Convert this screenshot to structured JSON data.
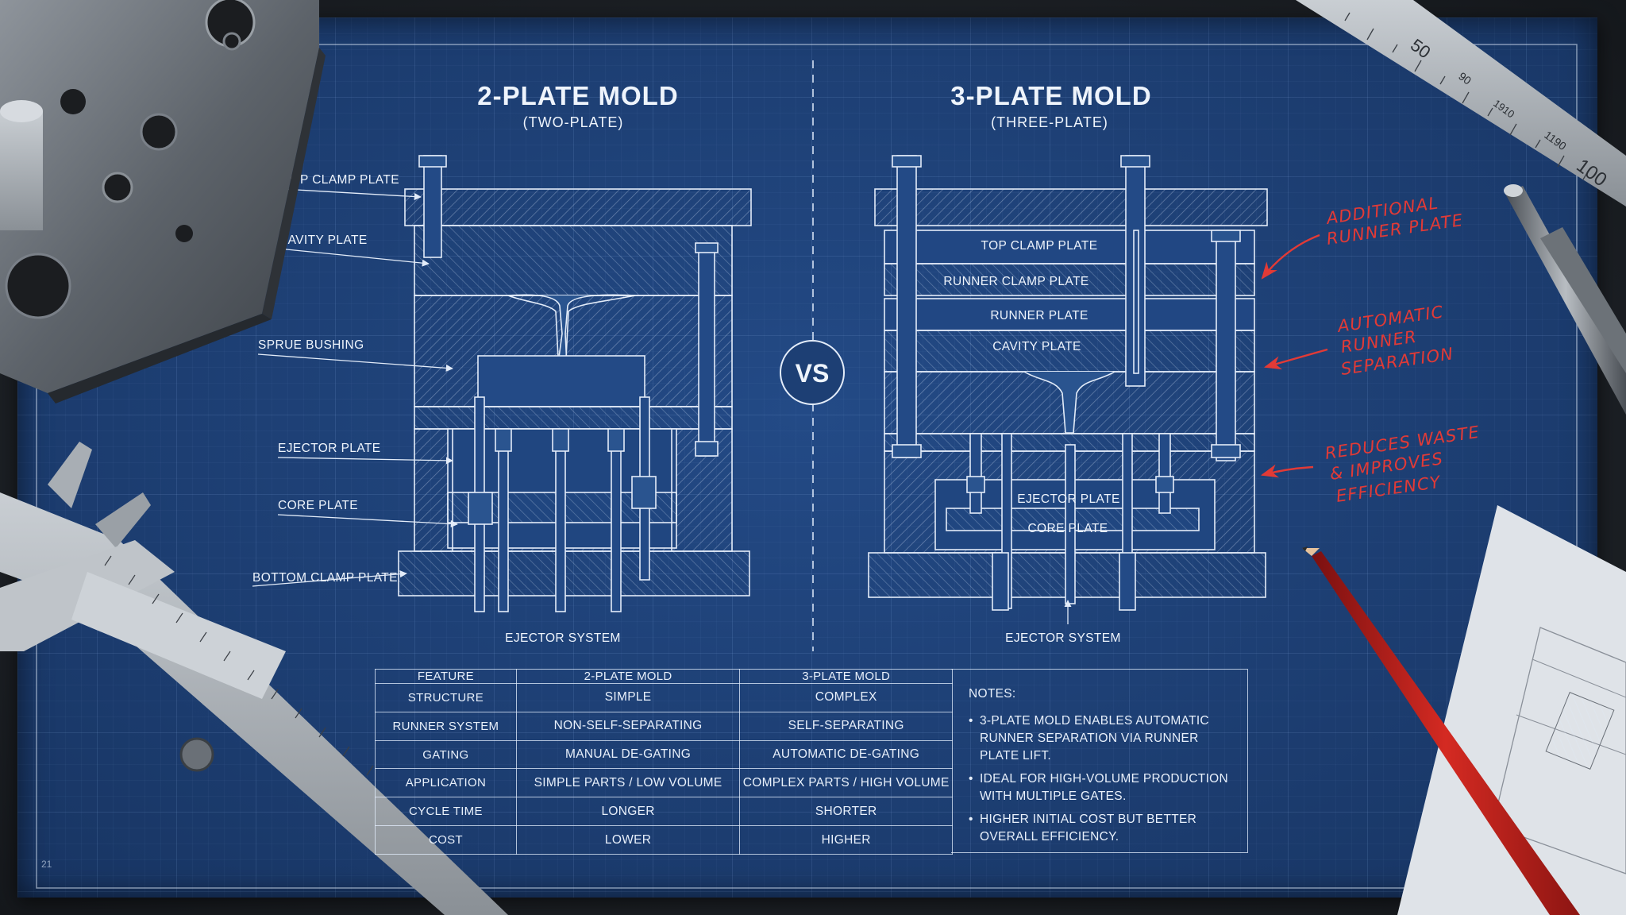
{
  "left": {
    "title": "2-PLATE MOLD",
    "subtitle": "(TWO-PLATE)",
    "labels": [
      "TOP CLAMP PLATE",
      "CAVITY PLATE",
      "SPRUE BUSHING",
      "EJECTOR PLATE",
      "CORE PLATE",
      "BOTTOM CLAMP PLATE"
    ],
    "bottom_label": "EJECTOR SYSTEM"
  },
  "right": {
    "title": "3-PLATE MOLD",
    "subtitle": "(THREE-PLATE)",
    "plate_labels": [
      "TOP CLAMP PLATE",
      "RUNNER CLAMP PLATE",
      "RUNNER PLATE",
      "CAVITY PLATE",
      "EJECTOR PLATE",
      "CORE PLATE"
    ],
    "bottom_label": "EJECTOR SYSTEM"
  },
  "vs": "VS",
  "annotations": {
    "a1": [
      "ADDITIONAL",
      "RUNNER PLATE"
    ],
    "a2": [
      "AUTOMATIC",
      "RUNNER",
      "SEPARATION"
    ],
    "a3": [
      "REDUCES WASTE",
      "& IMPROVES",
      "EFFICIENCY"
    ],
    "color": "#e23a36"
  },
  "table": {
    "headers": [
      "FEATURE",
      "2-PLATE MOLD",
      "3-PLATE MOLD"
    ],
    "rows": [
      [
        "STRUCTURE",
        "SIMPLE",
        "COMPLEX"
      ],
      [
        "RUNNER SYSTEM",
        "NON-SELF-SEPARATING",
        "SELF-SEPARATING"
      ],
      [
        "GATING",
        "MANUAL DE-GATING",
        "AUTOMATIC DE-GATING"
      ],
      [
        "APPLICATION",
        "SIMPLE PARTS / LOW VOLUME",
        "COMPLEX PARTS / HIGH VOLUME"
      ],
      [
        "CYCLE TIME",
        "LONGER",
        "SHORTER"
      ],
      [
        "COST",
        "LOWER",
        "HIGHER"
      ]
    ]
  },
  "notes": {
    "title": "NOTES:",
    "items": [
      "3-PLATE MOLD ENABLES AUTOMATIC RUNNER SEPARATION VIA RUNNER PLATE LIFT.",
      "IDEAL FOR HIGH-VOLUME PRODUCTION WITH MULTIPLE GATES.",
      "HIGHER INITIAL COST BUT BETTER OVERALL EFFICIENCY."
    ]
  },
  "ruler_marks": [
    "50",
    "90",
    "1910",
    "1190",
    "100"
  ],
  "corner_mark": "21",
  "colors": {
    "paper": "#1d3f74",
    "line": "#e3ecf9",
    "accent_red": "#e23a36"
  }
}
